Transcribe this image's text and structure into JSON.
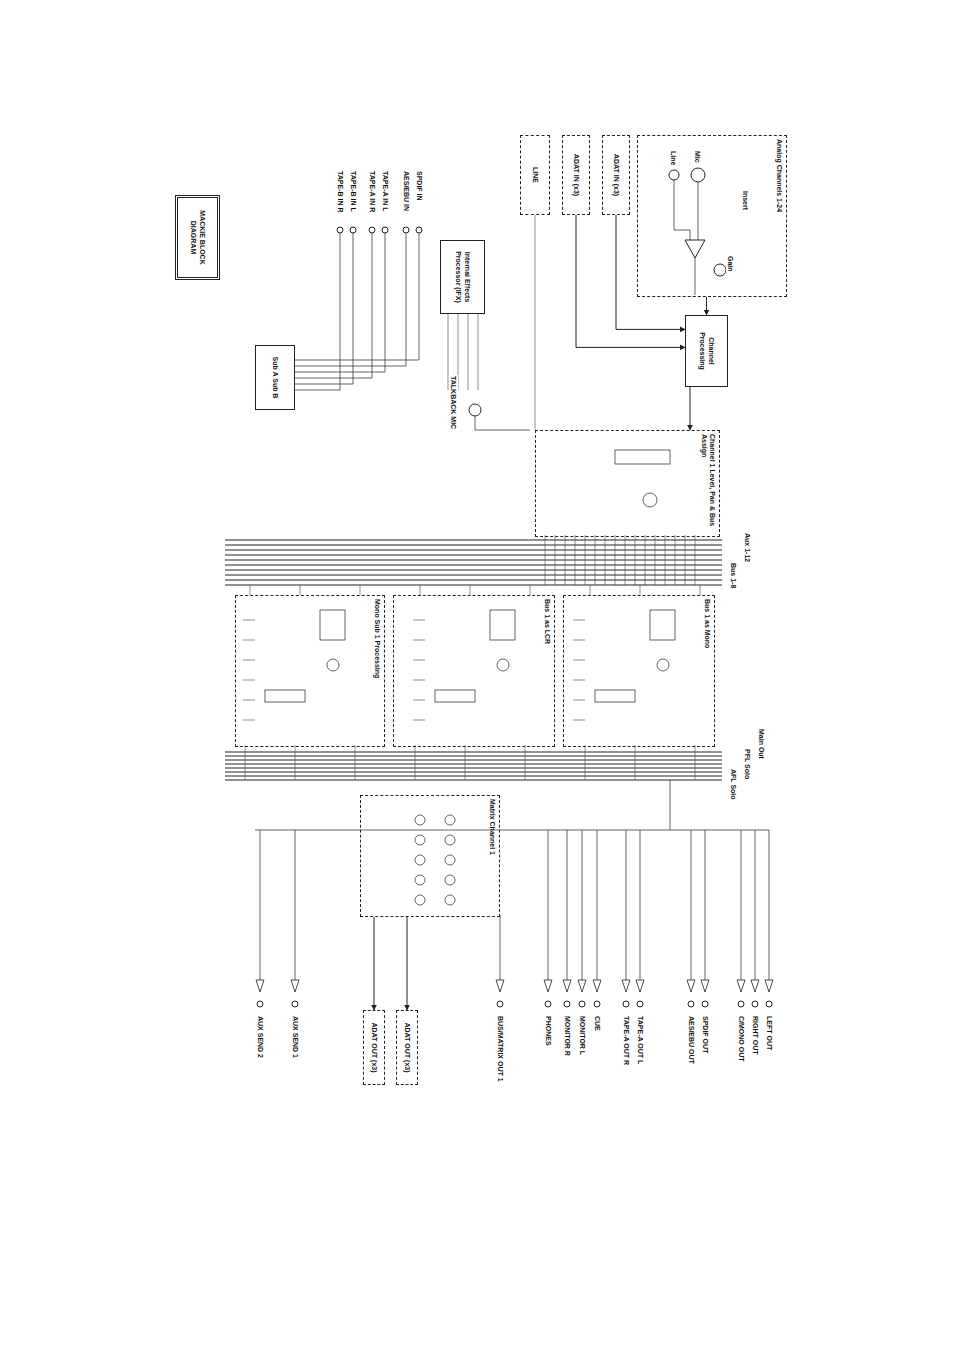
{
  "diagram": {
    "nodes": [
      {
        "text": [
          "Analog Channels 1-24"
        ]
      },
      {
        "text": [
          "ADAT IN (x3)"
        ]
      },
      {
        "text": [
          "ADAT IN (x3)"
        ]
      },
      {
        "text": [
          "LINE"
        ]
      },
      {
        "text": [
          "Channel Processing"
        ]
      },
      {
        "text": [
          "Internal Effects Processor (IFX)"
        ]
      },
      {
        "text": [
          "Channel 1 Level, Pan & Bus Assign"
        ]
      },
      {
        "text": [
          "Bus 1 as Mono"
        ]
      },
      {
        "text": [
          "Bus 1 as LCR"
        ]
      },
      {
        "text": [
          "Mono Sub 1 Processing"
        ]
      },
      {
        "text": [
          "Matrix Channel 1"
        ]
      },
      {
        "text": [
          "Sub A Sub B"
        ]
      },
      {
        "text": [
          "MACKIE BLOCK DIAGRAM"
        ]
      },
      {
        "text": [
          "ADAT OUT (x3)"
        ]
      },
      {
        "text": [
          "ADAT OUT (x3)"
        ]
      }
    ],
    "edges": [
      {
        "from": 0,
        "to": 4,
        "arrow": "to"
      },
      {
        "from": 1,
        "to": 4,
        "arrow": "to"
      },
      {
        "from": 2,
        "to": 4,
        "arrow": "to"
      },
      {
        "from": 4,
        "to": 6,
        "arrow": "to"
      },
      {
        "from": 10,
        "to": 13,
        "arrow": "to"
      },
      {
        "from": 10,
        "to": 14,
        "arrow": "to"
      }
    ],
    "labels": [
      "Mic",
      "Line",
      "Insert",
      "Gain",
      "TALKBACK MIC",
      "SPDIF IN",
      "AES/EBU IN",
      "TAPE-A IN L",
      "TAPE-A IN R",
      "TAPE-B IN L",
      "TAPE-B IN R",
      "Aux 1-12",
      "Bus 1-8",
      "Main Out",
      "PFL Solo",
      "AFL Solo",
      "LEFT OUT",
      "RIGHT OUT",
      "C/MONO OUT",
      "SPDIF OUT",
      "AES/EBU OUT",
      "TAPE-A OUT L",
      "TAPE-A OUT R",
      "CUE",
      "MONITOR L",
      "MONITOR R",
      "PHONES",
      "BUS/MATRIX OUT 1",
      "AUX SEND 1",
      "AUX SEND 2"
    ]
  }
}
